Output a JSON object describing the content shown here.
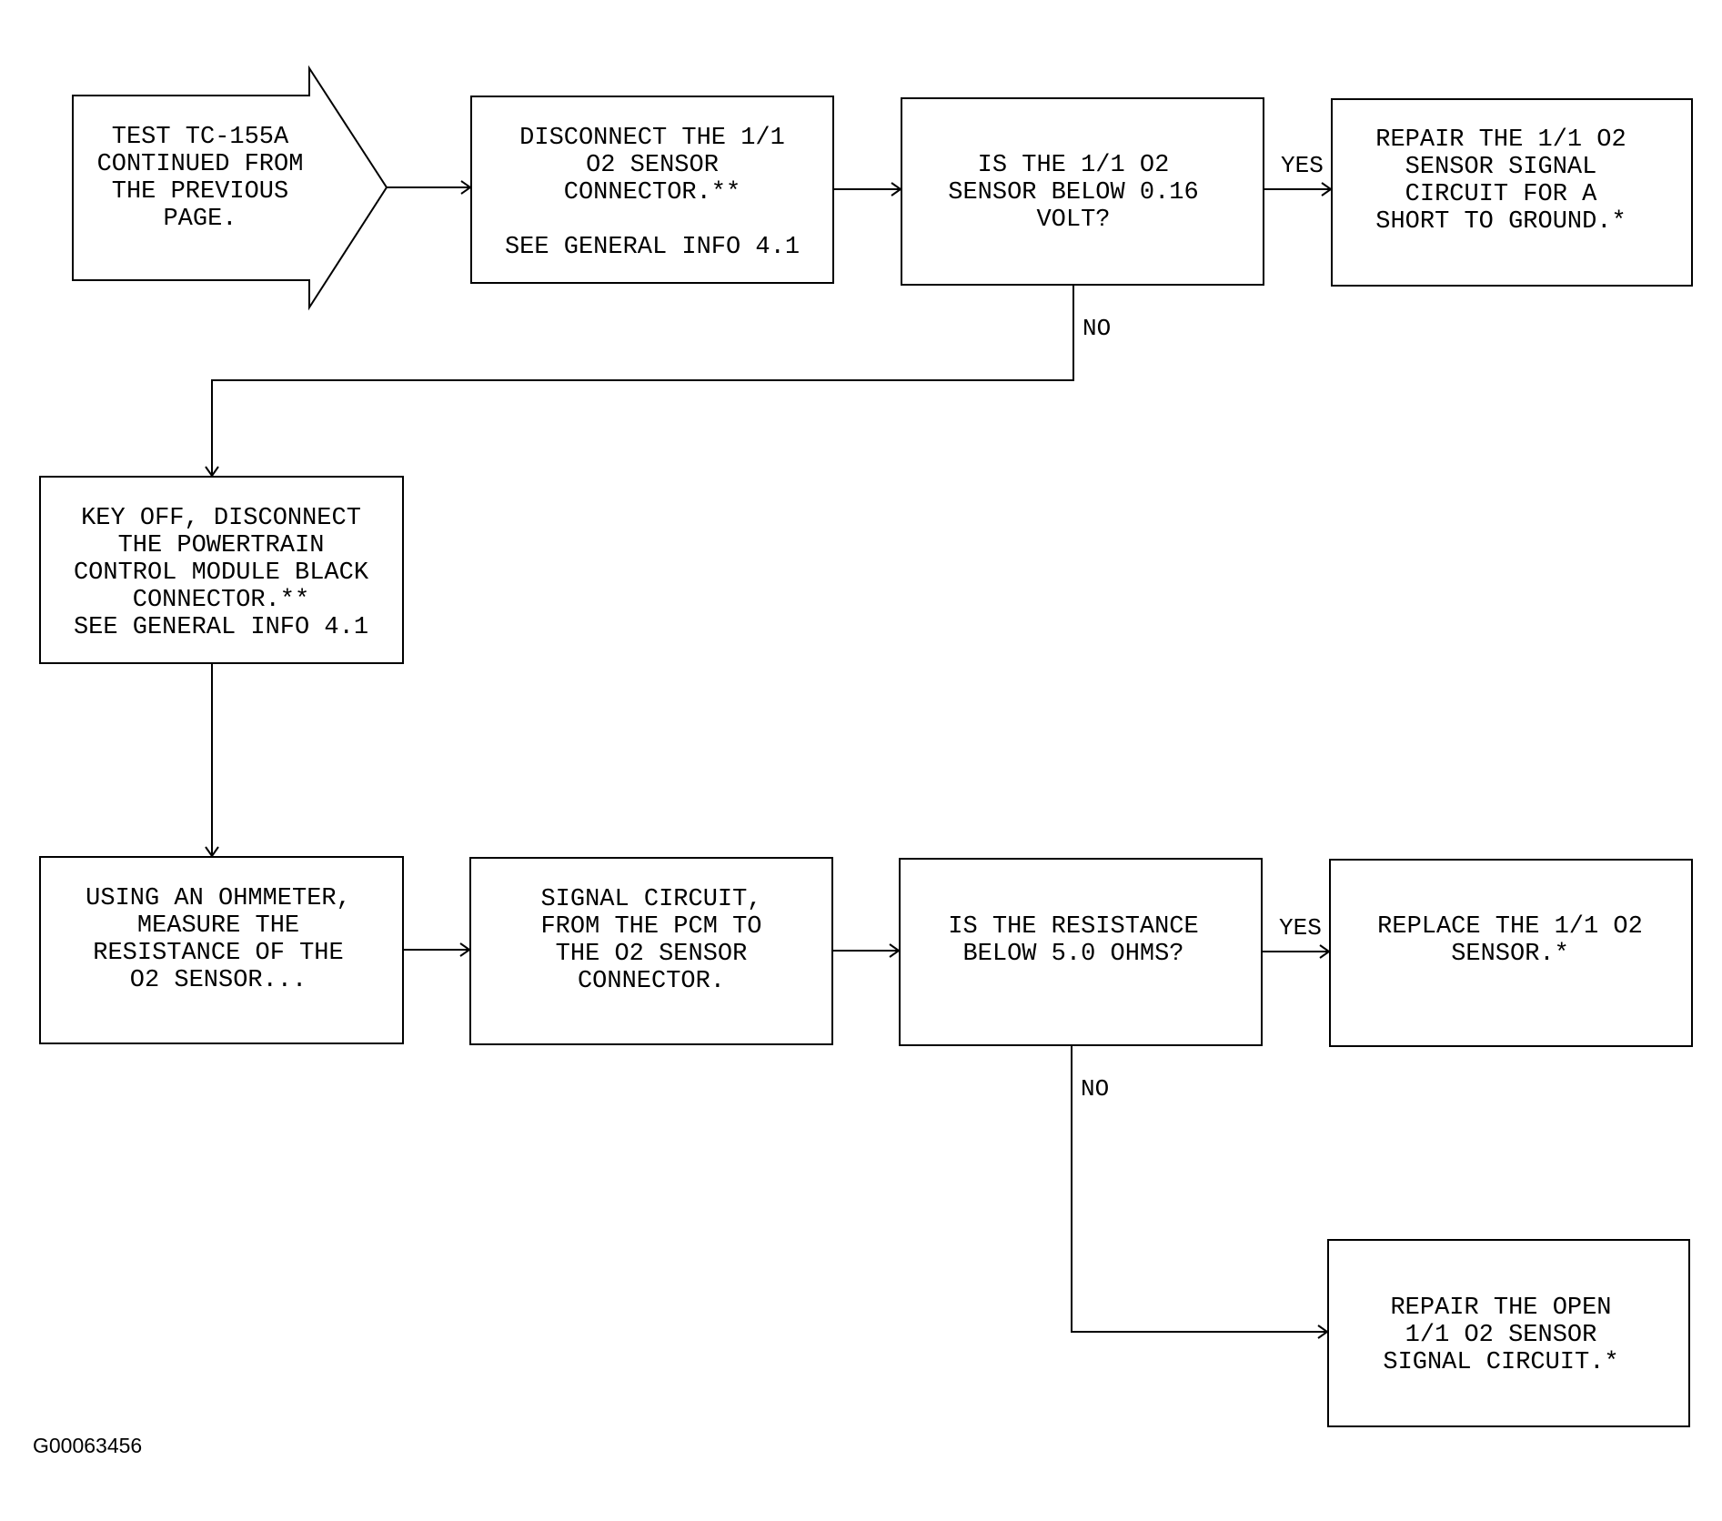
{
  "nodes": {
    "start": [
      "TEST TC-155A",
      "CONTINUED FROM",
      "THE PREVIOUS",
      "PAGE."
    ],
    "disconnect_o2": [
      "DISCONNECT THE 1/1",
      "O2 SENSOR",
      "CONNECTOR.**",
      "",
      "SEE GENERAL INFO 4.1"
    ],
    "q_voltage": [
      "IS THE 1/1 O2",
      "SENSOR BELOW 0.16",
      "VOLT?"
    ],
    "repair_short": [
      "REPAIR THE 1/1 O2",
      "SENSOR SIGNAL",
      "CIRCUIT FOR A",
      "SHORT TO GROUND.*"
    ],
    "key_off": [
      "KEY OFF, DISCONNECT",
      "THE POWERTRAIN",
      "CONTROL MODULE BLACK",
      "CONNECTOR.**",
      "SEE GENERAL INFO 4.1"
    ],
    "ohmmeter": [
      "USING AN OHMMETER,",
      "MEASURE THE",
      "RESISTANCE OF THE",
      "O2 SENSOR..."
    ],
    "signal_circuit": [
      "SIGNAL CIRCUIT,",
      "FROM THE PCM TO",
      "THE O2 SENSOR",
      "CONNECTOR."
    ],
    "q_resistance": [
      "IS THE RESISTANCE",
      "BELOW 5.0 OHMS?"
    ],
    "replace_sensor": [
      "REPLACE THE 1/1 O2",
      "SENSOR.*"
    ],
    "repair_open": [
      "REPAIR THE OPEN",
      "1/1 O2 SENSOR",
      "SIGNAL CIRCUIT.*"
    ]
  },
  "labels": {
    "yes_1": "YES",
    "no_1": "NO",
    "yes_2": "YES",
    "no_2": "NO"
  },
  "figure_code": "G00063456"
}
